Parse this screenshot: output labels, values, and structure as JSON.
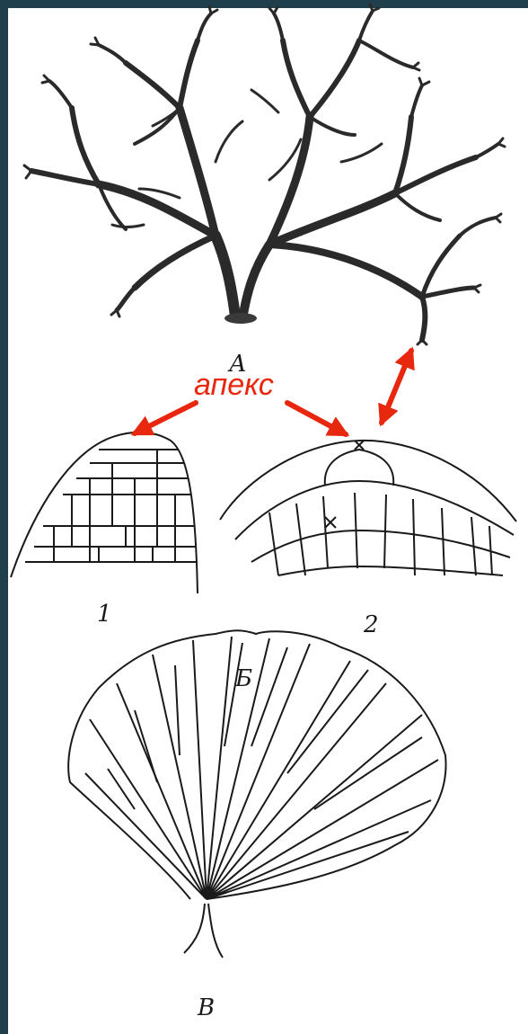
{
  "panels": {
    "a": {
      "label": "А"
    },
    "b": {
      "label": "Б",
      "part1": "1",
      "part2": "2"
    },
    "c": {
      "label": "В"
    }
  },
  "annotation": {
    "apex_label": "апекс",
    "arrow_color": "#e8280e"
  },
  "colors": {
    "frame": "#1f3f4c",
    "ink": "#1a1a1a",
    "paper": "#ffffff"
  }
}
